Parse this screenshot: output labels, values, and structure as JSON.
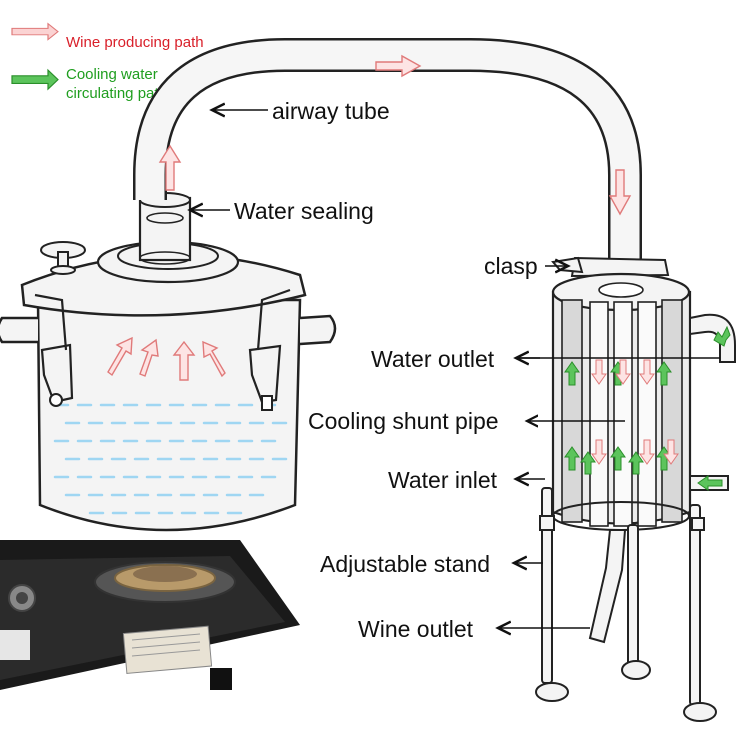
{
  "legend": {
    "wine_path": {
      "label": "Wine producing path",
      "color": "#d9202a",
      "arrow_color": "#f4a7a7"
    },
    "cooling_path": {
      "label_line1": "Cooling water",
      "label_line2": "circulating path",
      "color": "#1f9e1f",
      "arrow_color": "#3cb43c"
    }
  },
  "labels": {
    "airway_tube": "airway tube",
    "water_sealing": "Water sealing",
    "clasp": "clasp",
    "water_outlet": "Water outlet",
    "cooling_shunt_pipe": "Cooling shunt pipe",
    "water_inlet": "Water inlet",
    "adjustable_stand": "Adjustable stand",
    "wine_outlet": "Wine outlet"
  },
  "colors": {
    "outline": "#222222",
    "pot_fill": "#f2f2f2",
    "water_dash": "#8fd0f0",
    "stove": "#1a1a1a",
    "condenser_tube": "#c8c8c8"
  }
}
